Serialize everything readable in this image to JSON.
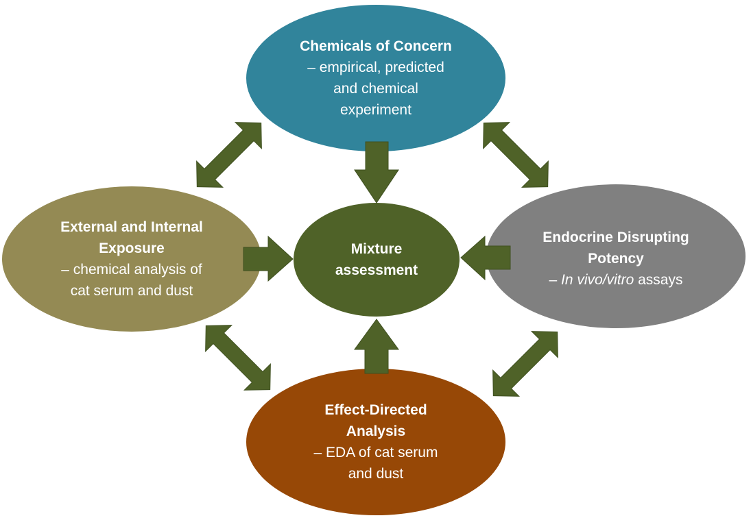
{
  "colors": {
    "arrow": "#4f6228",
    "arrow_edge": "#3f5020",
    "chemicals": "#31849b",
    "exposure": "#948a54",
    "potency": "#808080",
    "eda": "#974806",
    "mixture": "#4f6228",
    "text": "#ffffff"
  },
  "nodes": {
    "chemicals": {
      "title": "Chemicals of Concern",
      "desc_lines": [
        "– empirical, predicted",
        "and chemical",
        "experiment"
      ]
    },
    "exposure": {
      "title_lines": [
        "External  and Internal",
        "Exposure"
      ],
      "desc_lines": [
        "– chemical analysis of",
        "cat serum and dust"
      ]
    },
    "mixture": {
      "title_lines": [
        "Mixture",
        "assessment"
      ]
    },
    "potency": {
      "title_lines": [
        "Endocrine Disrupting",
        "Potency"
      ],
      "desc_prefix": "– ",
      "desc_italic": "In vivo/vitro",
      "desc_suffix": " assays"
    },
    "eda": {
      "title_lines": [
        "Effect-Directed",
        "Analysis"
      ],
      "desc_lines": [
        "– EDA of cat serum",
        "and dust"
      ]
    }
  },
  "arrows": [
    {
      "name": "arrow-chemicals-to-mixture",
      "from": "chemicals",
      "to": "mixture",
      "kind": "single"
    },
    {
      "name": "arrow-exposure-to-mixture",
      "from": "exposure",
      "to": "mixture",
      "kind": "single"
    },
    {
      "name": "arrow-potency-to-mixture",
      "from": "potency",
      "to": "mixture",
      "kind": "single"
    },
    {
      "name": "arrow-eda-to-mixture",
      "from": "eda",
      "to": "mixture",
      "kind": "single"
    },
    {
      "name": "arrow-chemicals-exposure",
      "from": "chemicals",
      "to": "exposure",
      "kind": "double"
    },
    {
      "name": "arrow-chemicals-potency",
      "from": "chemicals",
      "to": "potency",
      "kind": "double"
    },
    {
      "name": "arrow-exposure-eda",
      "from": "exposure",
      "to": "eda",
      "kind": "double"
    },
    {
      "name": "arrow-potency-eda",
      "from": "potency",
      "to": "eda",
      "kind": "double"
    }
  ]
}
